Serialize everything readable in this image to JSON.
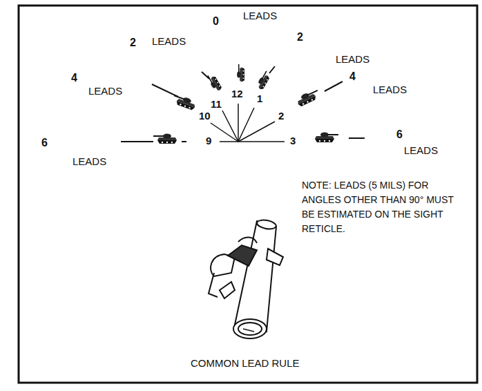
{
  "diagram": {
    "caption": "COMMON LEAD RULE",
    "labels": [
      "0",
      "LEADS",
      "2",
      "LEADS",
      "2",
      "LEADS",
      "4",
      "LEADS",
      "4",
      "LEADS",
      "6",
      "LEADS",
      "6",
      "LEADS",
      "12",
      "11",
      "1",
      "10",
      "2",
      "9",
      "3",
      "NOTE: LEADS (5 MILS) FOR ANGLES OTHER THAN 90° MUST BE ESTIMATED ON THE SIGHT RETICLE."
    ]
  }
}
